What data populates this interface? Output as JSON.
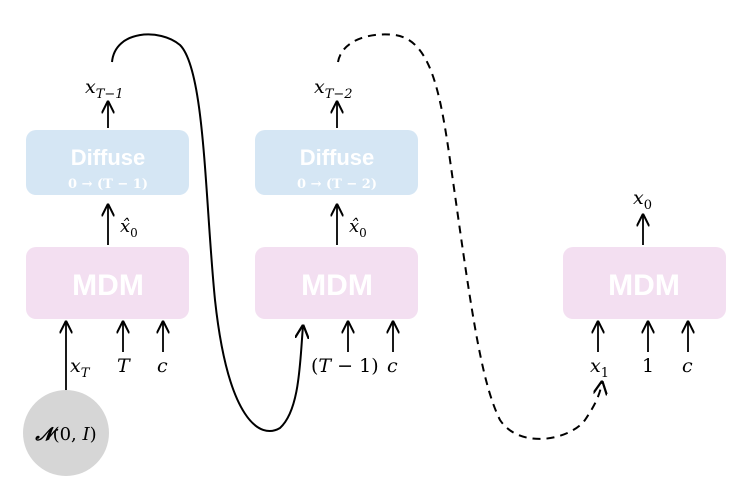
{
  "colors": {
    "diffuse_box": "#d5e6f4",
    "mdm_box": "#f3dff1",
    "noise_circle": "#d6d6d6",
    "line": "#000000"
  },
  "steps": [
    {
      "output_label": "x_{T−1}",
      "diffuse_title": "Diffuse",
      "diffuse_sub": "0 → (T − 1)",
      "x0_hat_label": "x̂₀",
      "mdm_label": "MDM",
      "inputs": [
        "x_T",
        "T",
        "c"
      ]
    },
    {
      "output_label": "x_{T−2}",
      "diffuse_title": "Diffuse",
      "diffuse_sub": "0 → (T − 2)",
      "x0_hat_label": "x̂₀",
      "mdm_label": "MDM",
      "inputs": [
        "(T − 1)",
        "c"
      ]
    },
    {
      "output_label": "x₀",
      "mdm_label": "MDM",
      "inputs": [
        "x₁",
        "1",
        "c"
      ]
    }
  ],
  "noise_label": "𝓝(0, I)"
}
